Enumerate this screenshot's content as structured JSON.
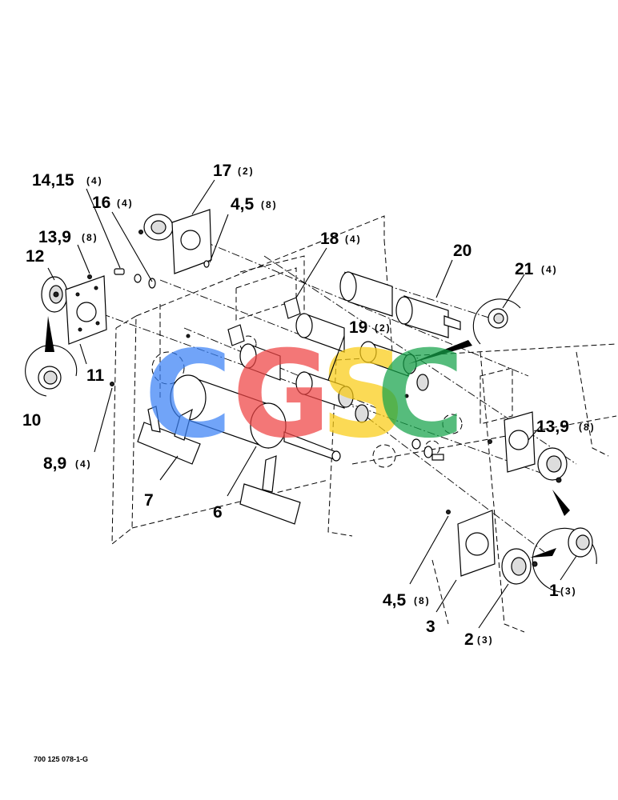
{
  "labels": {
    "l1": "1",
    "l1q": "(3)",
    "l2": "2",
    "l2q": "(3)",
    "l3": "3",
    "l45a": "4,5",
    "l45aq": "(8)",
    "l45b": "4,5",
    "l45bq": "(8)",
    "l6": "6",
    "l7": "7",
    "l89": "8,9",
    "l89q": "(4)",
    "l10": "10",
    "l11": "11",
    "l12": "12",
    "l139a": "13,9",
    "l139aq": "(8)",
    "l139b": "13,9",
    "l139bq": "(8)",
    "l1415": "14,15",
    "l1415q": "(4)",
    "l16": "16",
    "l16q": "(4)",
    "l17": "17",
    "l17q": "(2)",
    "l18": "18",
    "l18q": "(4)",
    "l19": "19",
    "l19q": "(2)",
    "l20": "20",
    "l21": "21",
    "l21q": "(4)"
  },
  "figure_code": "700 125 078-1-G",
  "watermark": {
    "letters": [
      "C",
      "G",
      "S",
      "C"
    ],
    "colors": [
      "#3b82f6",
      "#ef4444",
      "#facc15",
      "#16a34a"
    ]
  }
}
